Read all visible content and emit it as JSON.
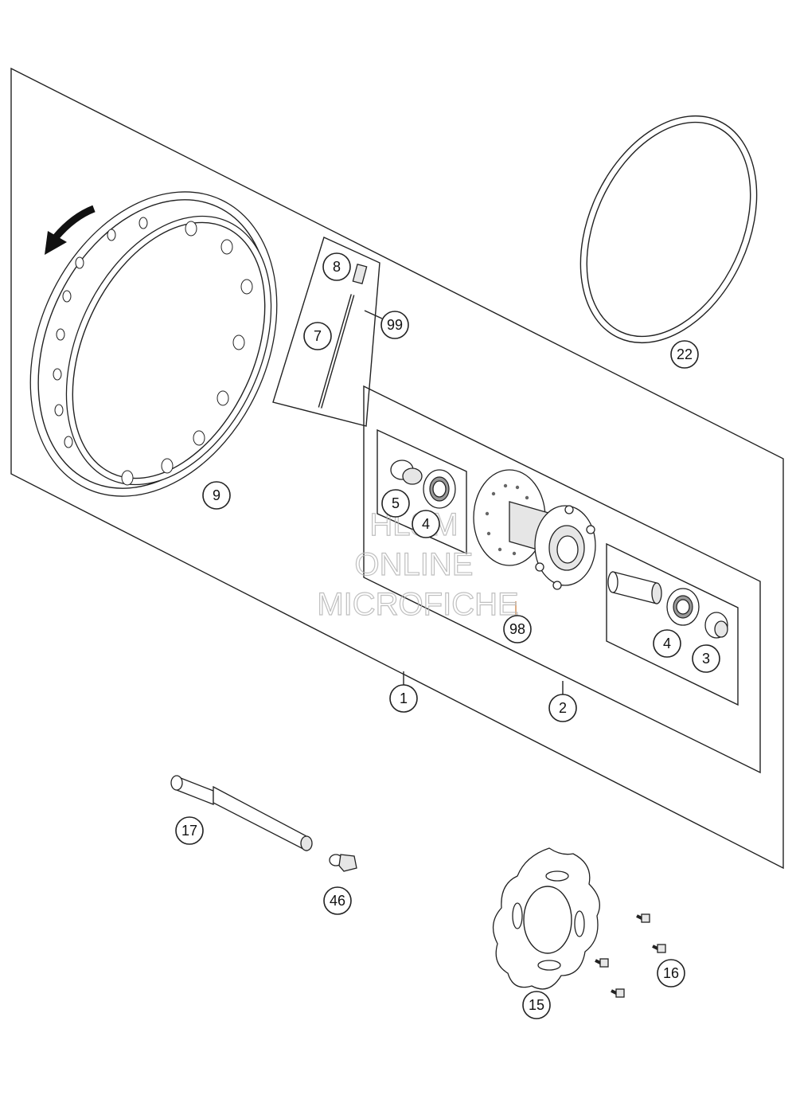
{
  "callouts": [
    {
      "id": "c1",
      "label": "1"
    },
    {
      "id": "c2",
      "label": "2"
    },
    {
      "id": "c3",
      "label": "3"
    },
    {
      "id": "c4a",
      "label": "4"
    },
    {
      "id": "c4b",
      "label": "4"
    },
    {
      "id": "c5",
      "label": "5"
    },
    {
      "id": "c7",
      "label": "7"
    },
    {
      "id": "c8",
      "label": "8"
    },
    {
      "id": "c9",
      "label": "9"
    },
    {
      "id": "c15",
      "label": "15"
    },
    {
      "id": "c16",
      "label": "16"
    },
    {
      "id": "c17",
      "label": "17"
    },
    {
      "id": "c22",
      "label": "22"
    },
    {
      "id": "c46",
      "label": "46"
    },
    {
      "id": "c98",
      "label": "98"
    },
    {
      "id": "c99",
      "label": "99"
    }
  ],
  "watermark": {
    "line1": "HLSM",
    "line2": "ONLINE",
    "line3": "MICROFICHE"
  },
  "icons": [
    "rotation-arrow-icon"
  ]
}
